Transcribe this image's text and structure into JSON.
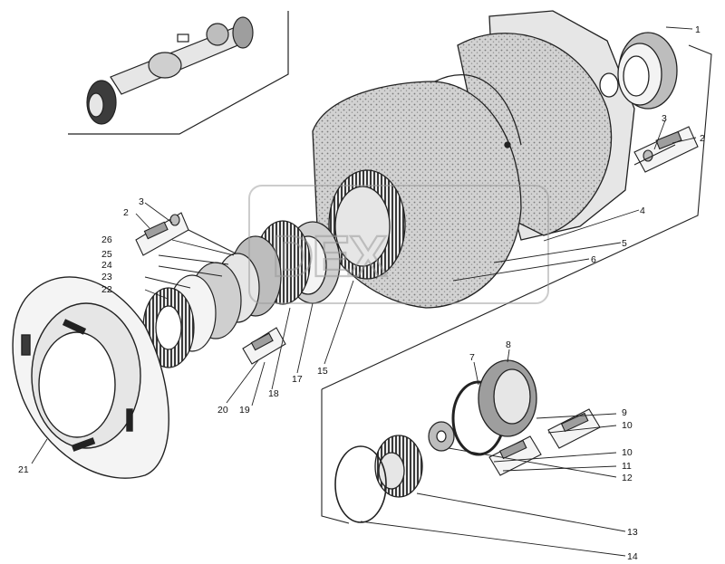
{
  "colors": {
    "ink": "#222222",
    "shade": "#bdbdbd",
    "light": "#e6e6e6",
    "watermark": "#9a9a9a"
  },
  "watermark": {
    "text": "DEX"
  },
  "callouts": [
    {
      "id": "c1",
      "text": "1"
    },
    {
      "id": "c2a",
      "text": "2"
    },
    {
      "id": "c3a",
      "text": "3"
    },
    {
      "id": "c2b",
      "text": "2"
    },
    {
      "id": "c3b",
      "text": "3"
    },
    {
      "id": "c4",
      "text": "4"
    },
    {
      "id": "c5",
      "text": "5"
    },
    {
      "id": "c6",
      "text": "6"
    },
    {
      "id": "c7",
      "text": "7"
    },
    {
      "id": "c8",
      "text": "8"
    },
    {
      "id": "c9",
      "text": "9"
    },
    {
      "id": "c10a",
      "text": "10"
    },
    {
      "id": "c10b",
      "text": "10"
    },
    {
      "id": "c11",
      "text": "11"
    },
    {
      "id": "c12",
      "text": "12"
    },
    {
      "id": "c13",
      "text": "13"
    },
    {
      "id": "c14",
      "text": "14"
    },
    {
      "id": "c15",
      "text": "15"
    },
    {
      "id": "c17",
      "text": "17"
    },
    {
      "id": "c18",
      "text": "18"
    },
    {
      "id": "c19",
      "text": "19"
    },
    {
      "id": "c20",
      "text": "20"
    },
    {
      "id": "c21",
      "text": "21"
    },
    {
      "id": "c22",
      "text": "22"
    },
    {
      "id": "c23",
      "text": "23"
    },
    {
      "id": "c24",
      "text": "24"
    },
    {
      "id": "c25",
      "text": "25"
    },
    {
      "id": "c26",
      "text": "26"
    }
  ]
}
